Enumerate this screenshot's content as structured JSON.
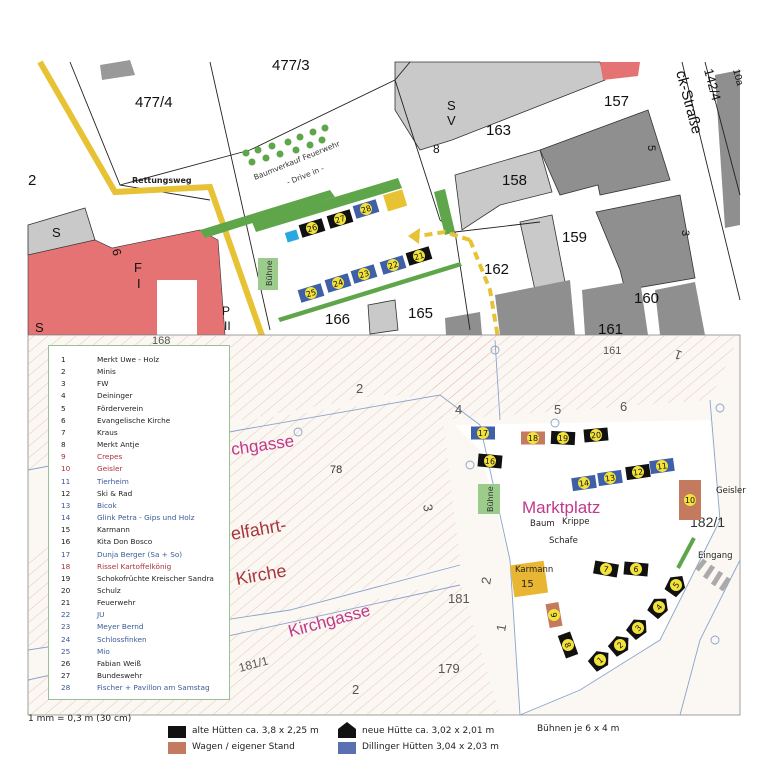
{
  "map": {
    "top_labels": {
      "lot_4774": "477/4",
      "lot_477_3": "477/3",
      "lot_2": "2",
      "lot_163": "163",
      "lot_157": "157",
      "lot_158": "158",
      "lot_159": "159",
      "lot_162": "162",
      "lot_160": "160",
      "lot_161_top": "161",
      "lot_166": "166",
      "lot_165": "165",
      "lot_1424": "142/4",
      "lot_10a": "10a",
      "street": "ck-Straße",
      "num_5": "5",
      "num_3": "3",
      "num_8": "8",
      "rettungsweg": "Rettungsweg",
      "baumverkauf": "Baumverkauf Feuerwehr",
      "drive_in": "- Drive in -",
      "buehne_top": "Bühne",
      "bldg_s1": "S",
      "bldg_v": "V",
      "bldg_s2": "S",
      "bldg_s3": "S",
      "bldg_f": "F",
      "bldg_i": "I",
      "bldg_p": "P",
      "bldg_ii": "II",
      "bldg_6": "6"
    },
    "bottom_labels": {
      "lot_168": "168",
      "lot_161": "161",
      "lot_2a": "2",
      "lot_4": "4",
      "lot_5": "5",
      "lot_6": "6",
      "lot_3": "3",
      "lot_78": "78",
      "lot_181": "181",
      "lot_179": "179",
      "lot_2b": "2",
      "lot_1": "1",
      "lot_2c": "2",
      "lot_1811": "181/1",
      "lot_1821": "182/1",
      "lot_1r": "1",
      "kirchgasse_top": "chgasse",
      "kirchgasse": "Kirchgasse",
      "himmelfahrt": "elfahrt-",
      "kirche": "Kirche",
      "marktplatz": "Marktplatz",
      "baum": "Baum",
      "krippe": "Krippe",
      "schafe": "Schafe",
      "karmann": "Karmann",
      "karmann_num": "15",
      "geisler": "Geisler",
      "eingang": "Eingang",
      "buehne": "Bühne"
    },
    "stalls": [
      {
        "num": "1",
        "type": "neue"
      },
      {
        "num": "2",
        "type": "neue"
      },
      {
        "num": "3",
        "type": "neue"
      },
      {
        "num": "4",
        "type": "neue"
      },
      {
        "num": "5",
        "type": "neue"
      },
      {
        "num": "6",
        "type": "alte"
      },
      {
        "num": "7",
        "type": "alte"
      },
      {
        "num": "8",
        "type": "alte"
      },
      {
        "num": "9",
        "type": "wagen"
      },
      {
        "num": "10",
        "type": "wagen"
      },
      {
        "num": "11",
        "type": "dillinger"
      },
      {
        "num": "12",
        "type": "alte"
      },
      {
        "num": "13",
        "type": "dillinger"
      },
      {
        "num": "14",
        "type": "dillinger"
      },
      {
        "num": "16",
        "type": "alte"
      },
      {
        "num": "17",
        "type": "dillinger"
      },
      {
        "num": "18",
        "type": "wagen"
      },
      {
        "num": "19",
        "type": "alte"
      },
      {
        "num": "20",
        "type": "alte"
      },
      {
        "num": "21",
        "type": "alte"
      },
      {
        "num": "22",
        "type": "dillinger"
      },
      {
        "num": "23",
        "type": "dillinger"
      },
      {
        "num": "24",
        "type": "dillinger"
      },
      {
        "num": "25",
        "type": "dillinger"
      },
      {
        "num": "26",
        "type": "alte"
      },
      {
        "num": "27",
        "type": "alte"
      },
      {
        "num": "28",
        "type": "dillinger"
      }
    ]
  },
  "legend": {
    "items": [
      {
        "num": "1",
        "name": "Merkt Uwe - Holz",
        "color": "black"
      },
      {
        "num": "2",
        "name": "Minis",
        "color": "black"
      },
      {
        "num": "3",
        "name": "FW",
        "color": "black"
      },
      {
        "num": "4",
        "name": "Deininger",
        "color": "black"
      },
      {
        "num": "5",
        "name": "Förderverein",
        "color": "black"
      },
      {
        "num": "6",
        "name": "Evangelische Kirche",
        "color": "black"
      },
      {
        "num": "7",
        "name": "Kraus",
        "color": "black"
      },
      {
        "num": "8",
        "name": "Merkt Antje",
        "color": "black"
      },
      {
        "num": "9",
        "name": "Crepes",
        "color": "red"
      },
      {
        "num": "10",
        "name": "Geisler",
        "color": "red"
      },
      {
        "num": "11",
        "name": "Tierheim",
        "color": "blue"
      },
      {
        "num": "12",
        "name": "Ski & Rad",
        "color": "black"
      },
      {
        "num": "13",
        "name": "Bicok",
        "color": "blue"
      },
      {
        "num": "14",
        "name": "Glink Petra - Gips und Holz",
        "color": "blue"
      },
      {
        "num": "15",
        "name": "Karmann",
        "color": "black"
      },
      {
        "num": "16",
        "name": "Kita Don Bosco",
        "color": "black"
      },
      {
        "num": "17",
        "name": "Dunja Berger (Sa + So)",
        "color": "blue"
      },
      {
        "num": "18",
        "name": "Rissel Kartoffelkönig",
        "color": "red"
      },
      {
        "num": "19",
        "name": "Schokofrüchte Kreischer Sandra",
        "color": "black"
      },
      {
        "num": "20",
        "name": "Schulz",
        "color": "black"
      },
      {
        "num": "21",
        "name": "Feuerwehr",
        "color": "black"
      },
      {
        "num": "22",
        "name": "JU",
        "color": "blue"
      },
      {
        "num": "23",
        "name": "Meyer Bernd",
        "color": "blue"
      },
      {
        "num": "24",
        "name": "Schlossfinken",
        "color": "blue"
      },
      {
        "num": "25",
        "name": "Mio",
        "color": "blue"
      },
      {
        "num": "26",
        "name": "Fabian Weiß",
        "color": "black"
      },
      {
        "num": "27",
        "name": "Bundeswehr",
        "color": "black"
      },
      {
        "num": "28",
        "name": "Fischer + Pavillon am Samstag",
        "color": "blue"
      }
    ]
  },
  "footer": {
    "scale": "1 mm = 0,3 m (30 cm)",
    "alte": "alte Hütten ca. 3,8 x 2,25 m",
    "neue": "neue Hütte ca. 3,02 x 2,01 m",
    "wagen": "Wagen / eigener Stand",
    "dillinger": "Dillinger Hütten 3,04 x 2,03 m",
    "buehnen": "Bühnen je 6 x 4 m"
  },
  "colors": {
    "alte": "#111111",
    "neue": "#111111",
    "wagen": "#c47a5e",
    "dillinger": "#3f5fa6",
    "number": "#f2e23a",
    "route": "#e8c235",
    "green": "#5ea649",
    "building_red": "#e57373",
    "building_gray": "#8f8f8f",
    "pink_text": "#c0388a"
  }
}
